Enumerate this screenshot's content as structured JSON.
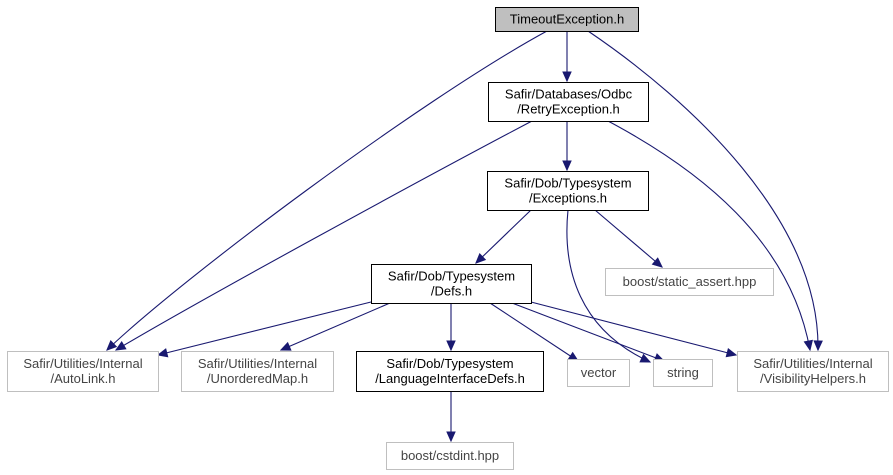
{
  "graph": {
    "nodes": [
      {
        "id": "timeout",
        "lines": [
          "TimeoutException.h"
        ],
        "style": "current"
      },
      {
        "id": "retry",
        "lines": [
          "Safir/Databases/Odbc",
          "/RetryException.h"
        ],
        "style": "documented"
      },
      {
        "id": "exceptions",
        "lines": [
          "Safir/Dob/Typesystem",
          "/Exceptions.h"
        ],
        "style": "documented"
      },
      {
        "id": "defs",
        "lines": [
          "Safir/Dob/Typesystem",
          "/Defs.h"
        ],
        "style": "documented"
      },
      {
        "id": "static_assert",
        "lines": [
          "boost/static_assert.hpp"
        ],
        "style": "external"
      },
      {
        "id": "autolink",
        "lines": [
          "Safir/Utilities/Internal",
          "/AutoLink.h"
        ],
        "style": "external"
      },
      {
        "id": "unordered",
        "lines": [
          "Safir/Utilities/Internal",
          "/UnorderedMap.h"
        ],
        "style": "external"
      },
      {
        "id": "langif",
        "lines": [
          "Safir/Dob/Typesystem",
          "/LanguageInterfaceDefs.h"
        ],
        "style": "documented"
      },
      {
        "id": "vector",
        "lines": [
          "vector"
        ],
        "style": "external"
      },
      {
        "id": "string",
        "lines": [
          "string"
        ],
        "style": "external"
      },
      {
        "id": "visibility",
        "lines": [
          "Safir/Utilities/Internal",
          "/VisibilityHelpers.h"
        ],
        "style": "external"
      },
      {
        "id": "cstdint",
        "lines": [
          "boost/cstdint.hpp"
        ],
        "style": "external"
      }
    ],
    "edges": [
      {
        "from": "timeout",
        "to": "retry"
      },
      {
        "from": "timeout",
        "to": "autolink"
      },
      {
        "from": "timeout",
        "to": "visibility"
      },
      {
        "from": "retry",
        "to": "exceptions"
      },
      {
        "from": "retry",
        "to": "autolink"
      },
      {
        "from": "retry",
        "to": "visibility"
      },
      {
        "from": "exceptions",
        "to": "defs"
      },
      {
        "from": "exceptions",
        "to": "static_assert"
      },
      {
        "from": "exceptions",
        "to": "string"
      },
      {
        "from": "defs",
        "to": "autolink"
      },
      {
        "from": "defs",
        "to": "unordered"
      },
      {
        "from": "defs",
        "to": "langif"
      },
      {
        "from": "defs",
        "to": "vector"
      },
      {
        "from": "defs",
        "to": "string"
      },
      {
        "from": "defs",
        "to": "visibility"
      },
      {
        "from": "langif",
        "to": "cstdint"
      }
    ],
    "colors": {
      "current_fill": "#bfbfbf",
      "documented_stroke": "#000000",
      "external_stroke": "#bfbfbf",
      "edge": "#191970"
    }
  }
}
